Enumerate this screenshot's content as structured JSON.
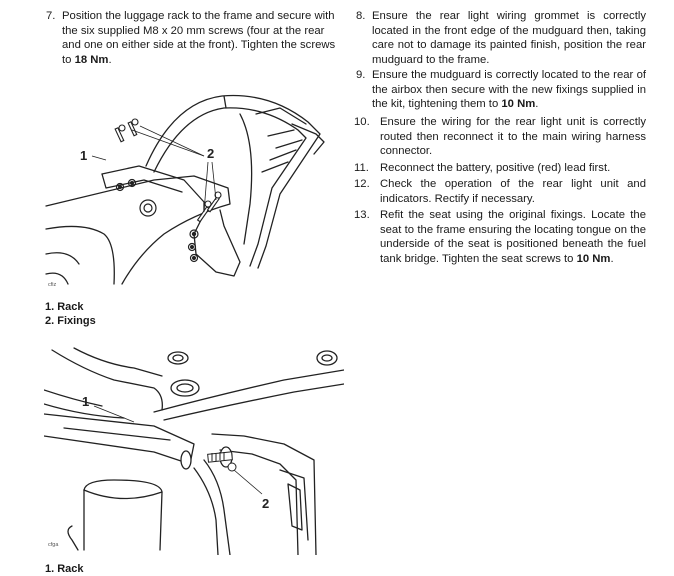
{
  "left": {
    "step7": {
      "number": "7.",
      "text": "Position the luggage rack to the frame and secure with the six supplied M8 x 20 mm screws (four at the rear and one on either side at the front). Tighten the screws to ",
      "torque": "18 Nm",
      "end": "."
    },
    "figure1": {
      "callouts": [
        "1",
        "2"
      ],
      "code": "cfiz",
      "legend": [
        "1. Rack",
        "2. Fixings"
      ]
    },
    "figure2": {
      "callouts": [
        "1",
        "2"
      ],
      "code": "cfga",
      "legend_partial": "1. Rack"
    }
  },
  "right": {
    "steps": [
      {
        "number": "8.",
        "text": "Ensure the rear light wiring grommet is correctly located in the front edge of the mudguard then, taking care not to damage its painted finish, position the rear mudguard to the frame.",
        "bold": "",
        "end": ""
      },
      {
        "number": "9.",
        "text": "Ensure the mudguard is correctly located to the rear of the airbox then secure with the new fixings supplied in the kit, tightening them to ",
        "bold": "10 Nm",
        "end": "."
      },
      {
        "number": "10.",
        "text": "Ensure the wiring for the rear light unit is correctly routed then reconnect it to the main wiring harness connector.",
        "bold": "",
        "end": ""
      },
      {
        "number": "11.",
        "text": "Reconnect the battery, positive (red) lead first.",
        "bold": "",
        "end": ""
      },
      {
        "number": "12.",
        "text": "Check the operation of the rear light unit and indicators. Rectify if necessary.",
        "bold": "",
        "end": ""
      },
      {
        "number": "13.",
        "text": "Refit the seat using the original fixings. Locate the seat to the frame ensuring the locating tongue on the underside of the seat is positioned beneath the fuel tank bridge. Tighten the seat screws to ",
        "bold": "10 Nm",
        "end": "."
      }
    ]
  }
}
